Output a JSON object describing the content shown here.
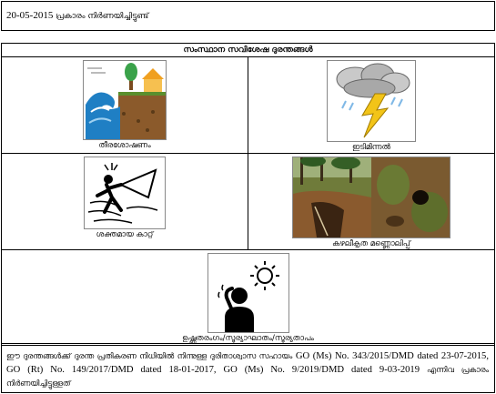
{
  "top": {
    "date": "20-05-2015",
    "text": "പ്രകാരം നിർണയിച്ചിട്ടുണ്ട്"
  },
  "table": {
    "header": "സംസ്ഥാന സവിശേഷ ദുരന്തങ്ങൾ",
    "items": [
      {
        "label": "തീരശോഷണം",
        "icon": "coastal-erosion-icon"
      },
      {
        "label": "ഇടിമിന്നൽ",
        "icon": "lightning-icon"
      },
      {
        "label": "ശക്തമായ കാറ്റ്",
        "icon": "strong-wind-icon"
      },
      {
        "label": "കഴലീകൃത മണ്ണൊലിപ്പ്",
        "icon": "soil-piping-photo"
      },
      {
        "label": "ഉഷ്ണതരംഗം/സൂര്യാഘാതം/സൂര്യതാപം",
        "icon": "heat-wave-icon"
      }
    ]
  },
  "footer": {
    "lead": "ഈ ദുരന്തങ്ങൾക്ക് ദുരന്ത പ്രതികരണ നിധിയിൽ നിന്നുള്ള ദുരിതാശ്വാസ സഹായം",
    "orders": "GO (Ms) No. 343/2015/DMD dated 23-07-2015, GO (Rt) No. 149/2017/DMD dated 18-01-2017, GO (Ms) No. 9/2019/DMD dated 9-03-2019",
    "tail": "എന്നിവ പ്രകാരം നിർണയിച്ചിട്ടുള്ളത്"
  },
  "colors": {
    "water": "#1f7fc4",
    "soil": "#8b5a2b",
    "bolt": "#f2c418",
    "sun_line": "#000000"
  }
}
